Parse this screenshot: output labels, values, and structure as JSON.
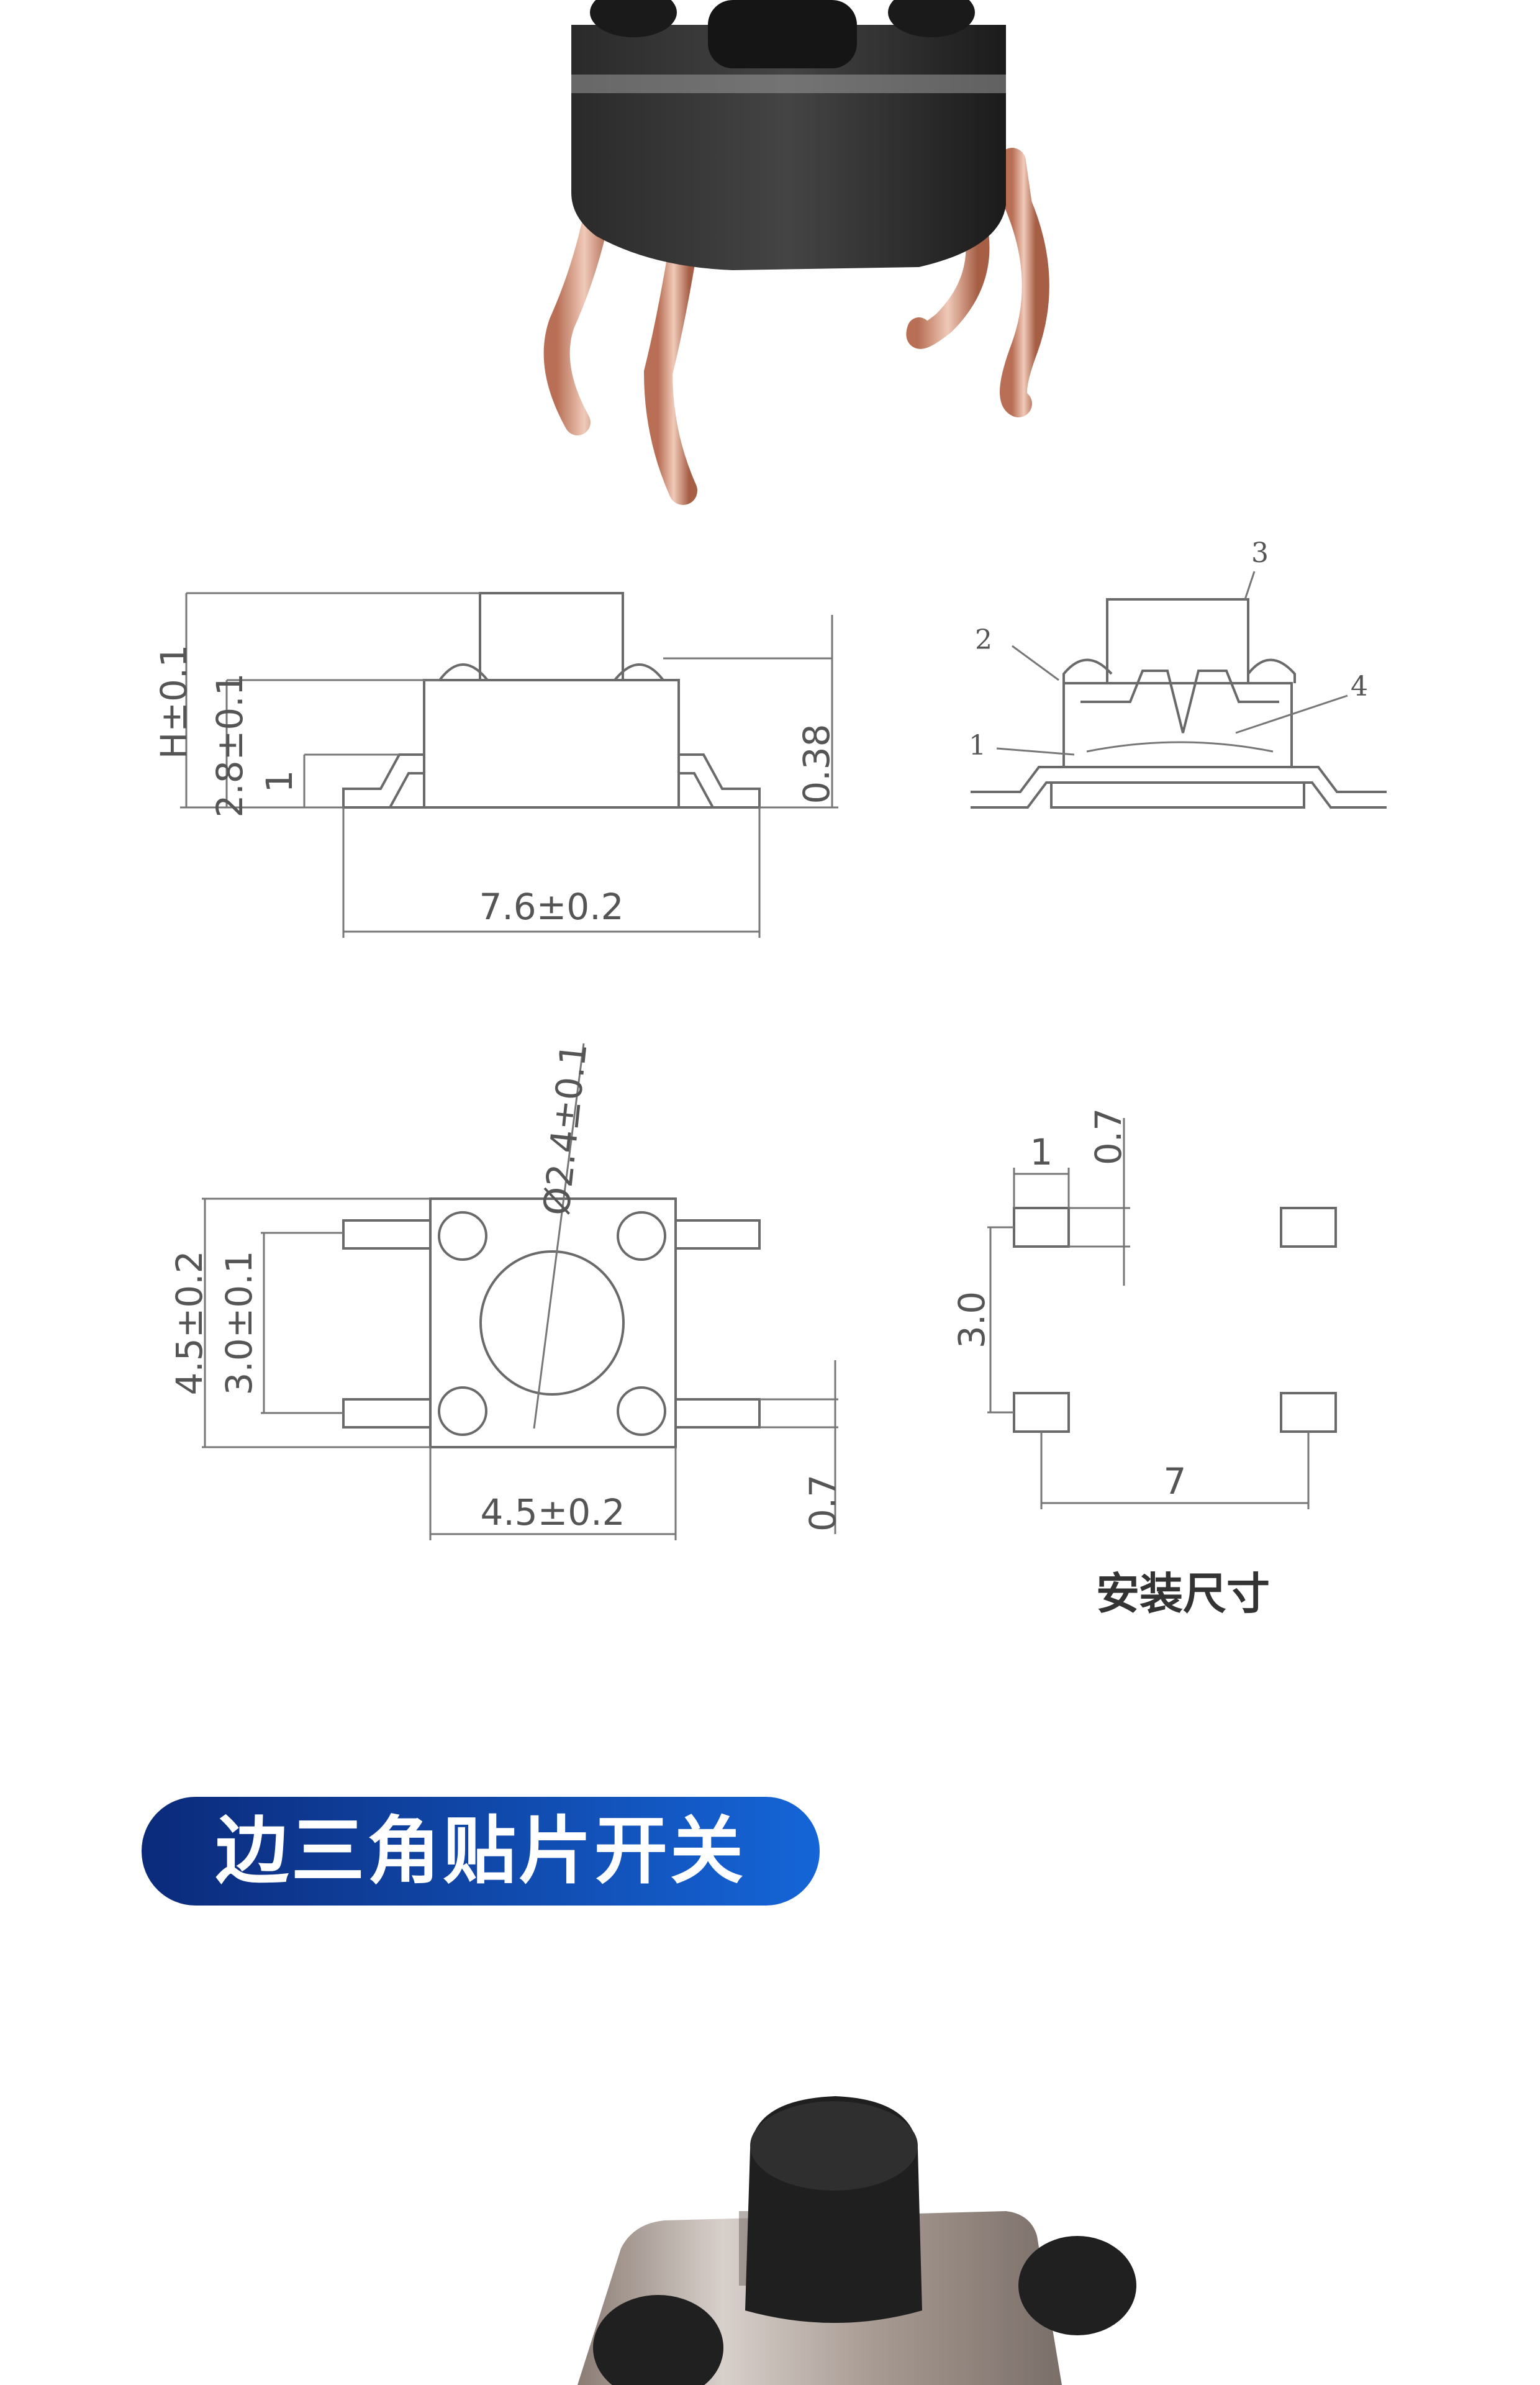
{
  "side_view": {
    "height_label": "H±0.1",
    "body_height_label": "2.8±0.1",
    "terminal_offset_label": "1",
    "thickness_label": "0.38",
    "width_label": "7.6±0.2"
  },
  "section_view": {
    "callouts": [
      "1",
      "2",
      "3",
      "4"
    ]
  },
  "top_view": {
    "diameter_label": "Ø2.4±0.1",
    "outer_height_label": "4.5±0.2",
    "pin_pitch_label": "3.0±0.1",
    "pin_width_label": "0.7",
    "body_width_label": "4.5±0.2"
  },
  "footprint": {
    "pad_width_label": "1",
    "pad_height_label": "0.7",
    "pitch_vertical_label": "3.0",
    "pitch_horizontal_label": "7",
    "caption": "安装尺寸"
  },
  "banner": {
    "title": "边三角贴片开关",
    "color_dark": "#0b2a7a",
    "color_light": "#1565d8"
  }
}
